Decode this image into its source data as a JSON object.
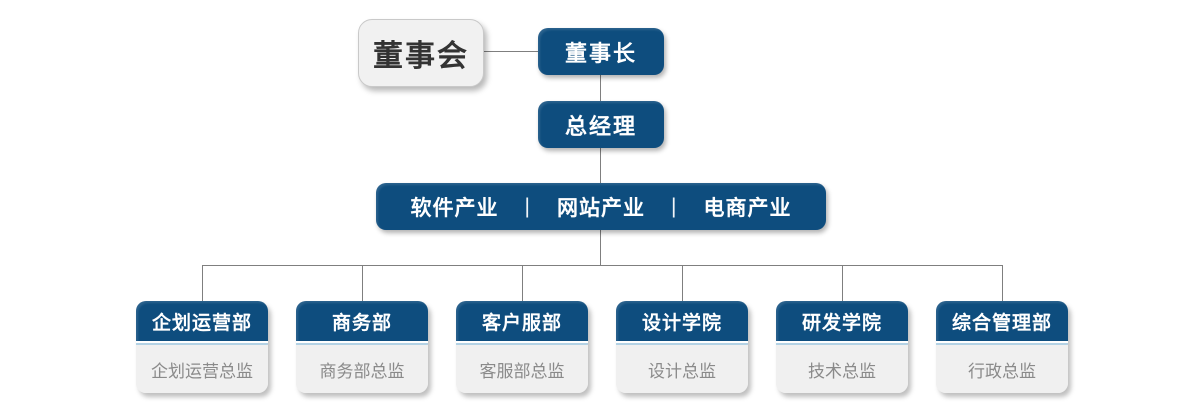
{
  "colors": {
    "navy_box": "#0e4d7e",
    "connector_line": "#7f7f7f",
    "board_box_bg": "#f1f1f1",
    "card_body_bg": "#f0f0f0",
    "card_divider_blue": "#b3d2e5",
    "muted_text": "#8a8a8a"
  },
  "org_chart": {
    "board": {
      "label": "董事会"
    },
    "chairman": {
      "label": "董事长"
    },
    "general_manager": {
      "label": "总经理"
    },
    "industries": {
      "separator": "|",
      "items": [
        "软件产业",
        "网站产业",
        "电商产业"
      ]
    },
    "departments": [
      {
        "name": "企划运营部",
        "director": "企划运营总监"
      },
      {
        "name": "商务部",
        "director": "商务部总监"
      },
      {
        "name": "客户服部",
        "director": "客服部总监"
      },
      {
        "name": "设计学院",
        "director": "设计总监"
      },
      {
        "name": "研发学院",
        "director": "技术总监"
      },
      {
        "name": "综合管理部",
        "director": "行政总监"
      }
    ]
  }
}
